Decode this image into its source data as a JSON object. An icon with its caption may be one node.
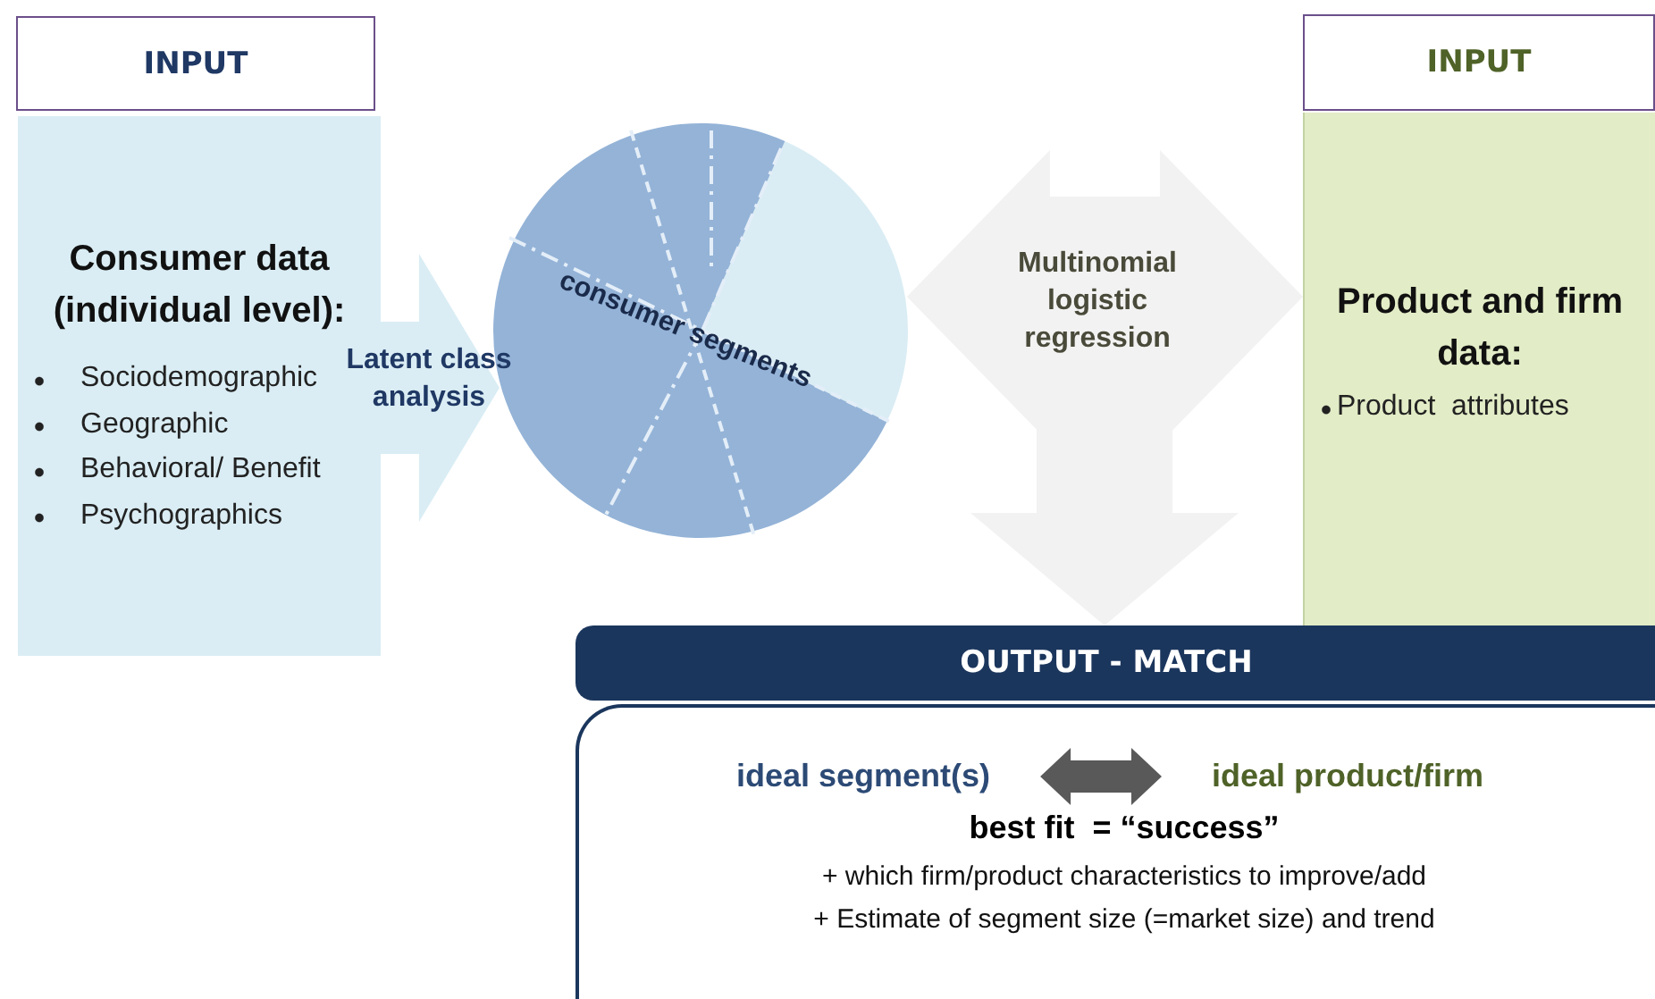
{
  "diagram": {
    "nodes": [
      {
        "text": [
          "INPUT"
        ]
      },
      {
        "text": [
          "Consumer data (individual level):",
          "Sociodemographic",
          "Geographic",
          "Behavioral/ Benefit",
          "Psychographics"
        ]
      },
      {
        "text": [
          "consumer segments"
        ]
      },
      {
        "text": [
          "INPUT"
        ]
      },
      {
        "text": [
          "Product and firm data:",
          "Product  attributes"
        ]
      },
      {
        "text": [
          "OUTPUT - MATCH"
        ]
      },
      {
        "text": [
          "best fit  = “success”",
          "+ which firm/product characteristics to improve/add",
          "+ Estimate of segment size (=market size) and trend"
        ]
      },
      {
        "text": [
          "ideal segment(s)"
        ],
        "in": 6
      },
      {
        "text": [
          "ideal product/firm"
        ],
        "in": 6
      }
    ],
    "edges": [
      {
        "from": 1,
        "to": 2,
        "arrow": "to",
        "label": "Latent class analysis",
        "color": "#daedf4"
      },
      {
        "from": 2,
        "to": 4,
        "arrow": "both",
        "label": "Multinomial logistic regression"
      },
      {
        "from": null,
        "to": 5,
        "arrow": "to"
      },
      {
        "from": 7,
        "to": 8,
        "arrow": "both",
        "color": "#595959"
      }
    ]
  }
}
